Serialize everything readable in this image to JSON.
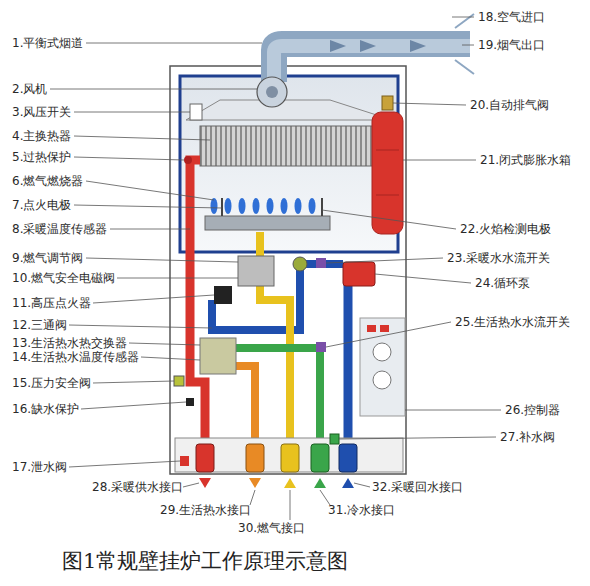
{
  "diagram": {
    "caption": "图1常规壁挂炉工作原理示意图",
    "labels": [
      "1.平衡式烟道",
      "2.风机",
      "3.风压开关",
      "4.主换热器",
      "5.过热保护",
      "6.燃气燃烧器",
      "7.点火电极",
      "8.采暖温度传感器",
      "9.燃气调节阀",
      "10.燃气安全电磁阀",
      "11.高压点火器",
      "12.三通阀",
      "13.生活热水热交换器",
      "14.生活热水温度传感器",
      "15.压力安全阀",
      "16.缺水保护",
      "17.泄水阀",
      "18.空气进口",
      "19.烟气出口",
      "20.自动排气阀",
      "21.闭式膨胀水箱",
      "22.火焰检测电极",
      "23.采暖水水流开关",
      "24.循环泵",
      "25.生活热水水流开关",
      "26.控制器",
      "27.补水阀",
      "28.采暖供水接口",
      "29.生活热水接口",
      "30.燃气接口",
      "31.冷水接口",
      "32.采暖回水接口"
    ]
  }
}
